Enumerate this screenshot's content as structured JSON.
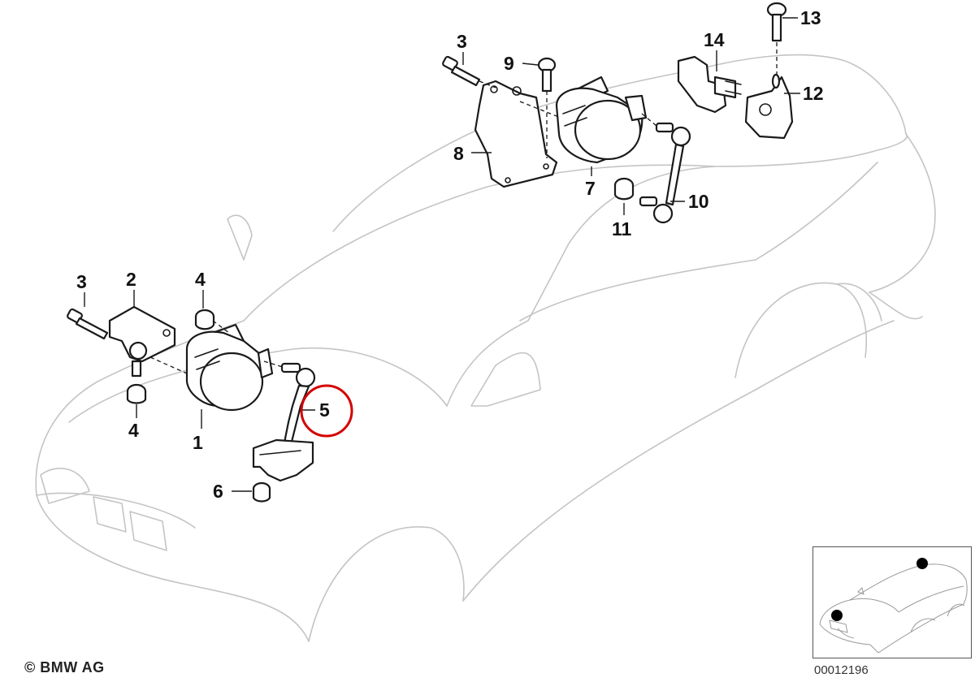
{
  "copyright": "© BMW AG",
  "diagram_number": "00012196",
  "highlighted_callout": "5",
  "callouts": {
    "c1": "1",
    "c2": "2",
    "c3a": "3",
    "c4a": "4",
    "c4b": "4",
    "c5": "5",
    "c6": "6",
    "c3b": "3",
    "c7": "7",
    "c8": "8",
    "c9": "9",
    "c10": "10",
    "c11": "11",
    "c12": "12",
    "c13": "13",
    "c14": "14"
  },
  "colors": {
    "highlight": "#d40000",
    "car_outline": "#c4c4c4",
    "part_stroke": "#1a1a1a"
  }
}
